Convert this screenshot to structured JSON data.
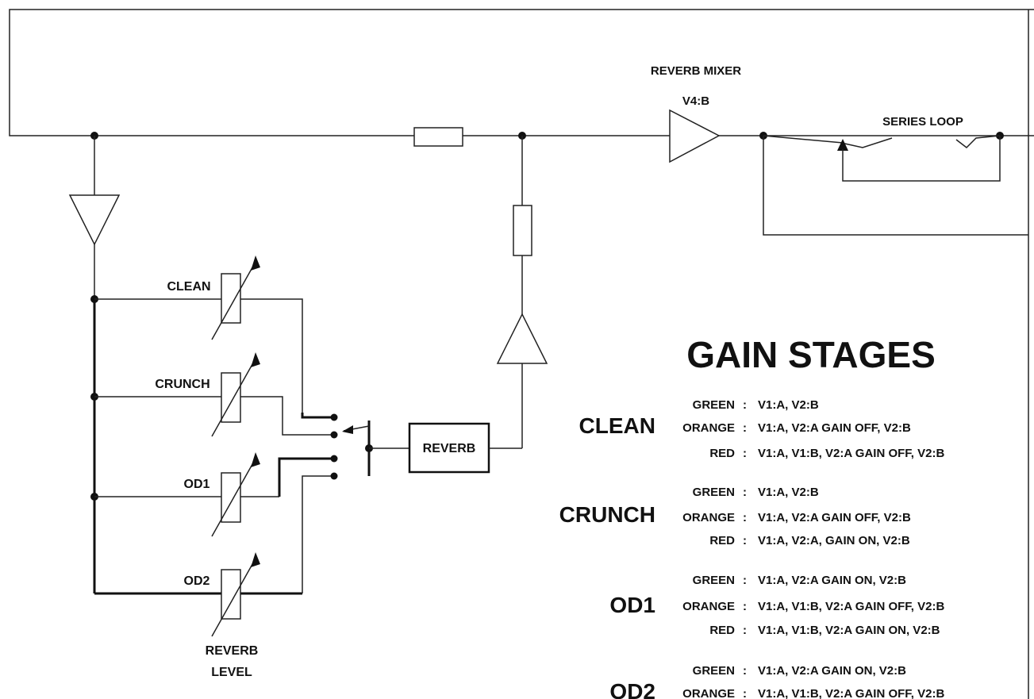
{
  "diagram": {
    "labels": {
      "reverb_mixer": "REVERB MIXER",
      "reverb_mixer_tube": "V4:B",
      "series_loop": "SERIES LOOP",
      "reverb": "REVERB",
      "clean": "CLEAN",
      "crunch": "CRUNCH",
      "od1": "OD1",
      "od2": "OD2",
      "reverb_level_line1": "REVERB",
      "reverb_level_line2": "LEVEL"
    }
  },
  "gain_stages": {
    "title": "GAIN STAGES",
    "modes": [
      {
        "name": "CLEAN",
        "rows": [
          {
            "color": "GREEN",
            "sep": ":",
            "text": "V1:A, V2:B"
          },
          {
            "color": "ORANGE",
            "sep": ":",
            "text": "V1:A, V2:A GAIN OFF, V2:B"
          },
          {
            "color": "RED",
            "sep": ":",
            "text": "V1:A, V1:B, V2:A GAIN OFF, V2:B"
          }
        ]
      },
      {
        "name": "CRUNCH",
        "rows": [
          {
            "color": "GREEN",
            "sep": ":",
            "text": "V1:A, V2:B"
          },
          {
            "color": "ORANGE",
            "sep": ":",
            "text": "V1:A, V2:A GAIN OFF, V2:B"
          },
          {
            "color": "RED",
            "sep": ":",
            "text": "V1:A, V2:A, GAIN ON, V2:B"
          }
        ]
      },
      {
        "name": "OD1",
        "rows": [
          {
            "color": "GREEN",
            "sep": ":",
            "text": "V1:A, V2:A GAIN ON, V2:B"
          },
          {
            "color": "ORANGE",
            "sep": ":",
            "text": "V1:A, V1:B, V2:A GAIN OFF, V2:B"
          },
          {
            "color": "RED",
            "sep": ":",
            "text": "V1:A, V1:B, V2:A GAIN ON, V2:B"
          }
        ]
      },
      {
        "name": "OD2",
        "rows": [
          {
            "color": "GREEN",
            "sep": ":",
            "text": "V1:A, V2:A GAIN ON, V2:B"
          },
          {
            "color": "ORANGE",
            "sep": ":",
            "text": "V1:A, V1:B, V2:A GAIN OFF, V2:B"
          }
        ]
      }
    ]
  }
}
